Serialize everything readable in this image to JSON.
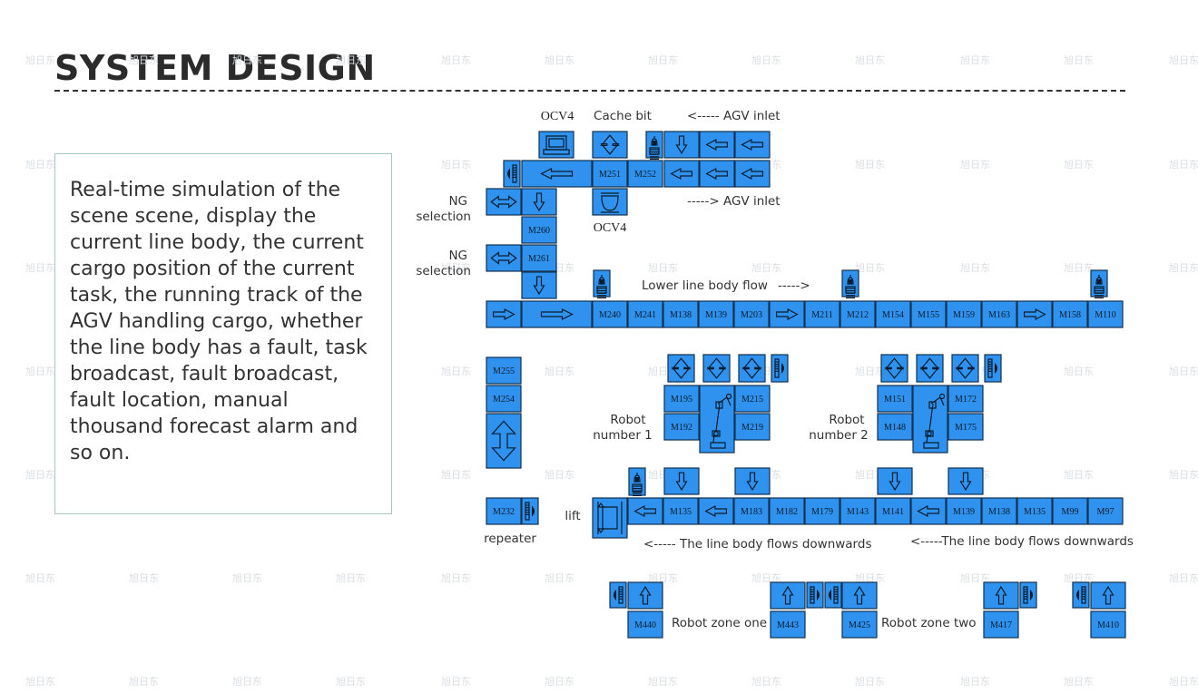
{
  "title": "SYSTEM DESIGN",
  "description": "Real-time simulation of the scene scene, display the current line body, the current cargo position of the current task, the running track of the AGV handling cargo, whether the line body has a fault, task broadcast, fault broadcast, fault location, manual thousand forecast alarm and so on.",
  "watermark": "旭日东",
  "labels": {
    "ocv4_top": "OCV4",
    "cache_bit": "Cache bit",
    "agv_inlet_top": "<----- AGV inlet",
    "agv_inlet_mid": "-----> AGV inlet",
    "ocv4_mid": "OCV4",
    "ng1_line1": "NG",
    "ng1_line2": "selection",
    "ng2_line1": "NG",
    "ng2_line2": "selection",
    "lower_flow": "Lower line body flow",
    "lower_flow_arrow": "----->",
    "robot1_line1": "Robot",
    "robot1_line2": "number 1",
    "robot2_line1": "Robot",
    "robot2_line2": "number 2",
    "repeater": "repeater",
    "lift": "lift",
    "flow_down_1": "<----- The line body flows downwards",
    "flow_down_2": "<-----The line body flows downwards",
    "zone_one": "Robot zone one",
    "zone_two": "Robot zone two"
  },
  "cells": {
    "top_row2": [
      "M251",
      "M252"
    ],
    "ng_column": [
      "M260",
      "M261"
    ],
    "main_line": [
      "M240",
      "M241",
      "M138",
      "M139",
      "M203",
      "M211",
      "M212",
      "M154",
      "M155",
      "M159",
      "M163",
      "M158",
      "M110"
    ],
    "left_column": [
      "M255",
      "M254"
    ],
    "robot1_cells": [
      "M195",
      "M192",
      "M215",
      "M219"
    ],
    "robot2_cells": [
      "M151",
      "M148",
      "M172",
      "M175"
    ],
    "lower_line": [
      "M232",
      "M135",
      "M183",
      "M182",
      "M179",
      "M143",
      "M141",
      "M139",
      "M138",
      "M135",
      "M99",
      "M97"
    ],
    "zone_cells": [
      "M440",
      "M443",
      "M425",
      "M417",
      "M410"
    ]
  },
  "colors": {
    "cell_fill": "#2e92ee",
    "cell_stroke": "#13314f"
  }
}
